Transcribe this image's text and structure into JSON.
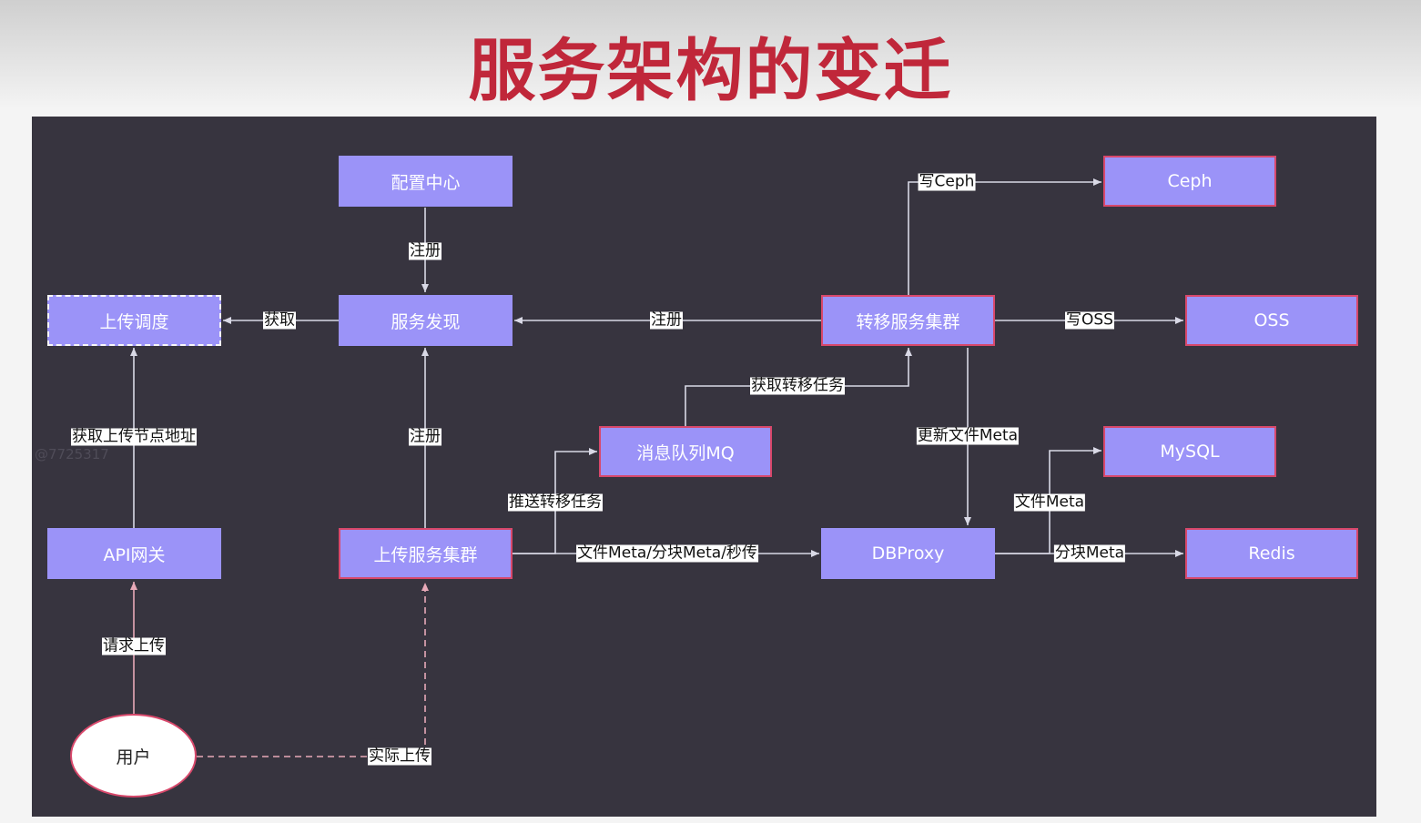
{
  "title": "服务架构的变迁",
  "watermark": "@772​5317",
  "nodes": {
    "config_center": "配置中心",
    "service_discovery": "服务发现",
    "upload_scheduler": "上传调度",
    "api_gateway": "API网关",
    "upload_cluster": "上传服务集群",
    "mq": "消息队列MQ",
    "transfer_cluster": "转移服务集群",
    "dbproxy": "DBProxy",
    "ceph": "Ceph",
    "oss": "OSS",
    "mysql": "MySQL",
    "redis": "Redis",
    "user": "用户"
  },
  "edge_labels": {
    "register_config": "注册",
    "get_scheduler": "获取",
    "register_transfer": "注册",
    "write_ceph": "写Ceph",
    "write_oss": "写OSS",
    "get_transfer_task": "获取转移任务",
    "get_upload_addr": "获取上传节点地址",
    "register_upload": "注册",
    "update_meta": "更新文件Meta",
    "push_transfer_task": "推送转移任务",
    "file_meta_upload": "文件Meta/分块Meta/秒传",
    "file_meta_mysql": "文件Meta",
    "chunk_meta_redis": "分块Meta",
    "request_upload": "请求上传",
    "actual_upload": "实际上传"
  },
  "colors": {
    "background": "#37343f",
    "node_fill": "#9b93f8",
    "node_border_red": "#d8486b",
    "edge": "#d9d9e6",
    "title": "#c0273a"
  }
}
